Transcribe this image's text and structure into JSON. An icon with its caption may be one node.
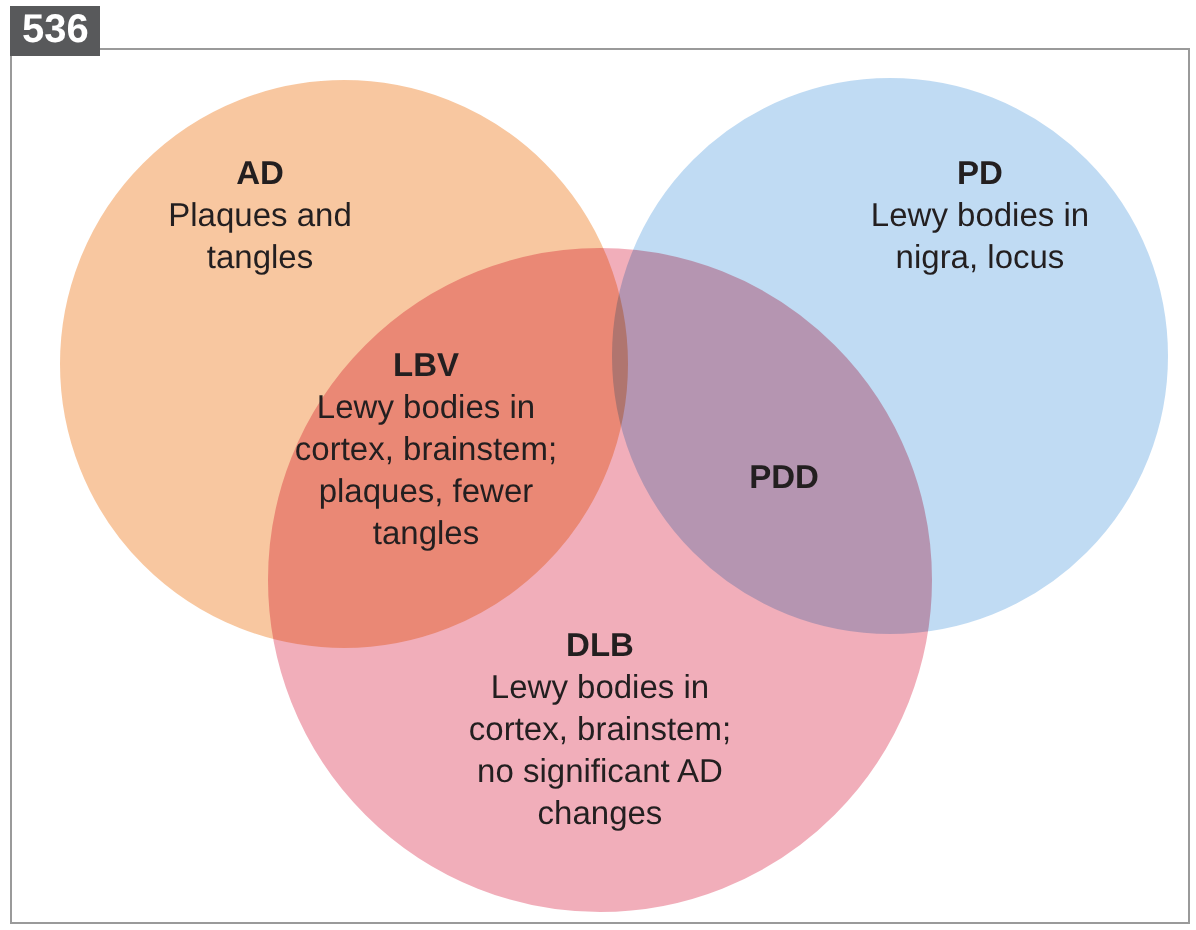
{
  "diagram": {
    "nodes": [
      {
        "text": [
          "AD",
          "Plaques and tangles"
        ]
      },
      {
        "text": [
          "PD",
          "Lewy bodies in nigra, locus"
        ]
      },
      {
        "text": [
          "DLB",
          "Lewy bodies in cortex, brainstem; no significant AD changes"
        ]
      }
    ],
    "edges": [],
    "labels": [
      "536",
      "LBV",
      "Lewy bodies in cortex, brainstem; plaques, fewer tangles",
      "PDD"
    ]
  }
}
